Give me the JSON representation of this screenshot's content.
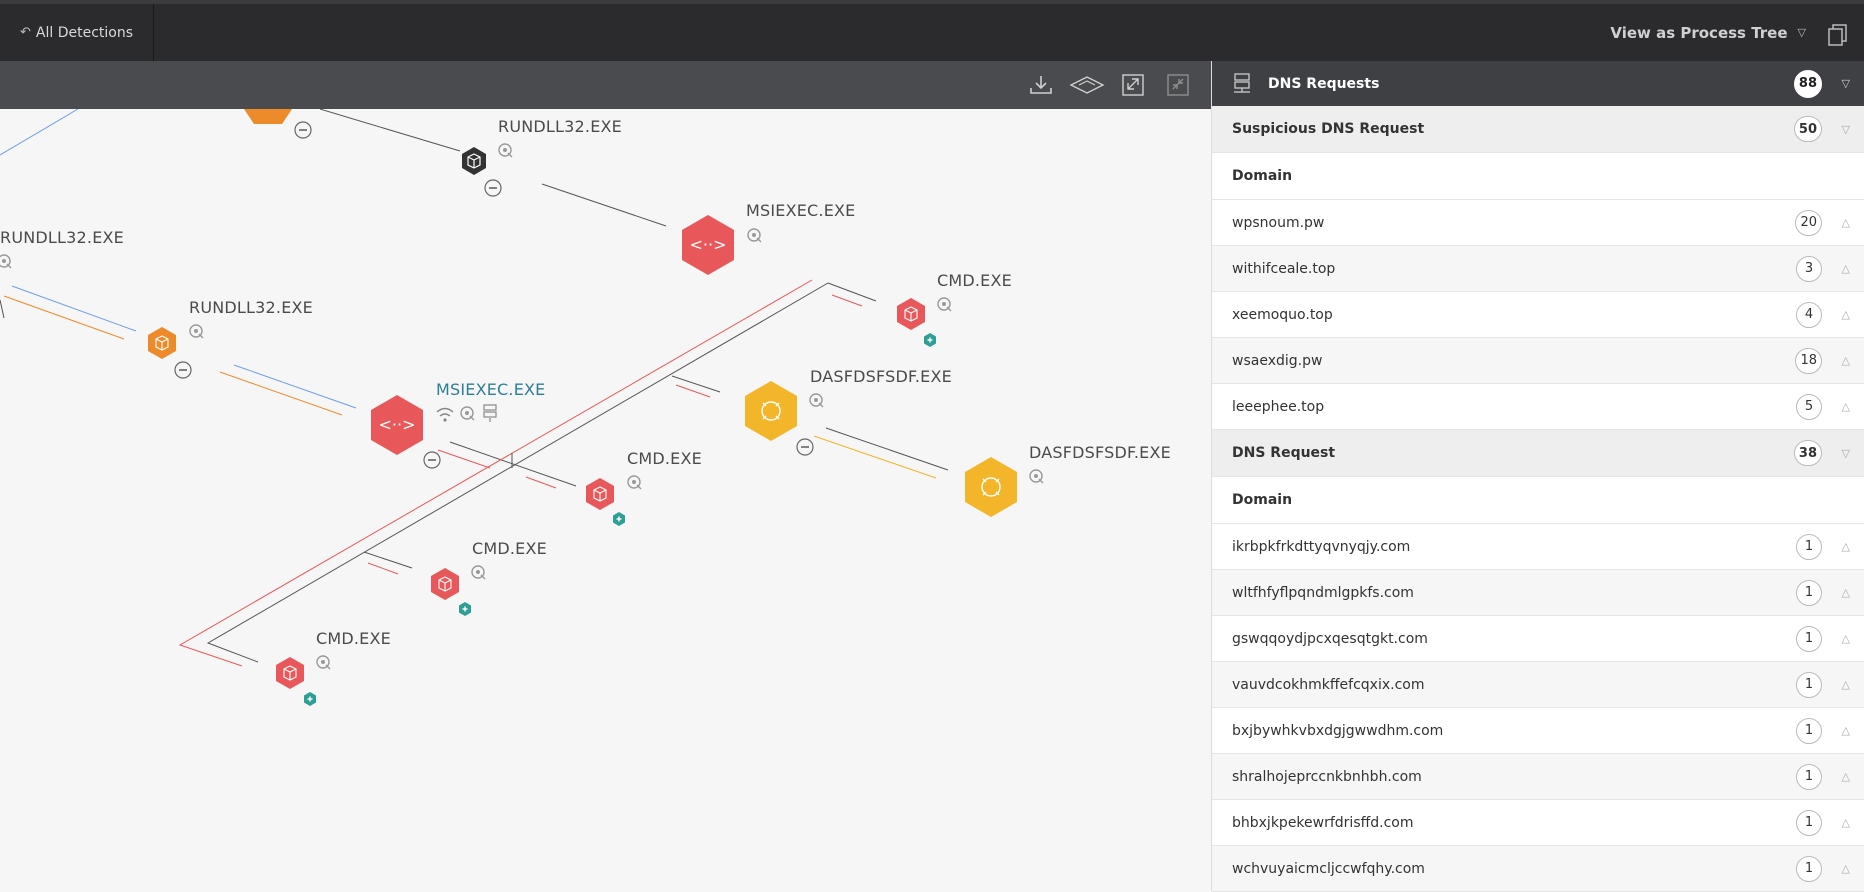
{
  "topbar": {
    "back_label": "All Detections",
    "view_as_label": "View as Process Tree"
  },
  "toolbar": {
    "icons": [
      "download-icon",
      "layers-icon",
      "expand-icon",
      "collapse-icon"
    ]
  },
  "graph": {
    "colors": {
      "red": "#e8585a",
      "orange": "#ed8a2a",
      "yellow": "#f3b52a",
      "dark": "#3a3a3a",
      "teal": "#2f9e94",
      "blue": "#6f9de8"
    },
    "nodes": [
      {
        "label": "RUNDLL32.EXE",
        "color": "dark"
      },
      {
        "label": "MSIEXEC.EXE",
        "color": "red"
      },
      {
        "label": "RUNDLL32.EXE",
        "color": "none"
      },
      {
        "label": "CMD.EXE",
        "color": "red"
      },
      {
        "label": "RUNDLL32.EXE",
        "color": "orange"
      },
      {
        "label": "DASFDSFSDF.EXE",
        "color": "yellow"
      },
      {
        "label": "MSIEXEC.EXE",
        "color": "red",
        "selected": true
      },
      {
        "label": "CMD.EXE",
        "color": "red"
      },
      {
        "label": "DASFDSFSDF.EXE",
        "color": "yellow"
      },
      {
        "label": "CMD.EXE",
        "color": "red"
      },
      {
        "label": "CMD.EXE",
        "color": "red"
      }
    ]
  },
  "panel": {
    "title": "DNS Requests",
    "total": "88",
    "sections": [
      {
        "title": "Suspicious DNS Request",
        "count": "50",
        "column": "Domain",
        "items": [
          {
            "domain": "wpsnoum.pw",
            "count": "20"
          },
          {
            "domain": "withifceale.top",
            "count": "3"
          },
          {
            "domain": "xeemoquo.top",
            "count": "4"
          },
          {
            "domain": "wsaexdig.pw",
            "count": "18"
          },
          {
            "domain": "leeephee.top",
            "count": "5"
          }
        ]
      },
      {
        "title": "DNS Request",
        "count": "38",
        "column": "Domain",
        "items": [
          {
            "domain": "ikrbpkfrkdttyqvnyqjy.com",
            "count": "1"
          },
          {
            "domain": "wltfhfyflpqndmlgpkfs.com",
            "count": "1"
          },
          {
            "domain": "gswqqoydjpcxqesqtgkt.com",
            "count": "1"
          },
          {
            "domain": "vauvdcokhmkffefcqxix.com",
            "count": "1"
          },
          {
            "domain": "bxjbywhkvbxdgjgwwdhm.com",
            "count": "1"
          },
          {
            "domain": "shralhojeprccnkbnhbh.com",
            "count": "1"
          },
          {
            "domain": "bhbxjkpekewrfdrisffd.com",
            "count": "1"
          },
          {
            "domain": "wchvuyaicmcljccwfqhy.com",
            "count": "1"
          }
        ]
      }
    ]
  }
}
